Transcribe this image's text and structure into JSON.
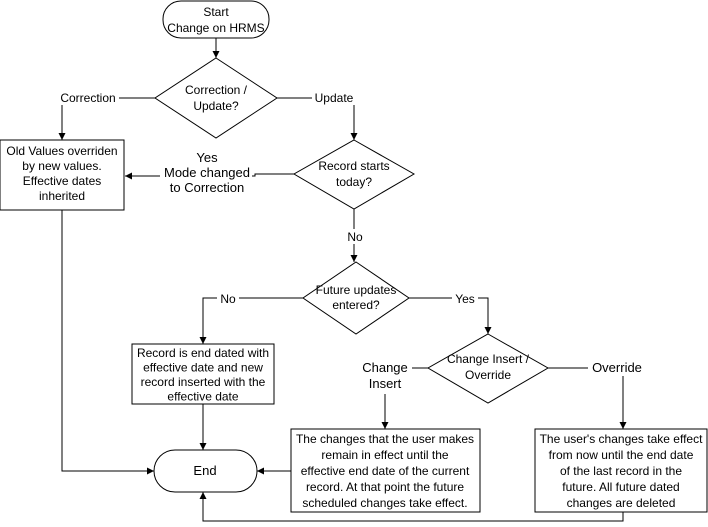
{
  "nodes": {
    "start": {
      "lines": [
        "Start",
        "Change on HRMS"
      ]
    },
    "correction_update": {
      "lines": [
        "Correction /",
        "Update?"
      ]
    },
    "old_values": {
      "lines": [
        "Old Values overriden",
        "by new values.",
        "Effective dates",
        "inherited"
      ]
    },
    "record_today": {
      "lines": [
        "Record starts",
        "today?"
      ]
    },
    "future_updates": {
      "lines": [
        "Future updates",
        "entered?"
      ]
    },
    "end_dated": {
      "lines": [
        "Record is end dated with",
        "effective date and new",
        "record inserted with the",
        "effective date"
      ]
    },
    "insert_override": {
      "lines": [
        "Change Insert /",
        "Override"
      ]
    },
    "insert_result": {
      "lines": [
        "The changes that the user makes",
        "remain in effect until the",
        "effective end date of the current",
        "record. At that point the future",
        "scheduled changes take effect."
      ]
    },
    "override_result": {
      "lines": [
        "The user's changes take effect",
        "from now until the end date",
        "of the last record in the",
        "future. All future dated",
        "changes are deleted"
      ]
    },
    "end": {
      "lines": [
        "End"
      ]
    }
  },
  "edge_labels": {
    "correction": {
      "lines": [
        "Correction"
      ]
    },
    "update": {
      "lines": [
        "Update"
      ]
    },
    "yes_mode": {
      "lines": [
        "Yes",
        "Mode changed",
        "to Correction"
      ]
    },
    "no_today": {
      "lines": [
        "No"
      ]
    },
    "no_future": {
      "lines": [
        "No"
      ]
    },
    "yes_future": {
      "lines": [
        "Yes"
      ]
    },
    "change_insert": {
      "lines": [
        "Change",
        "Insert"
      ]
    },
    "override": {
      "lines": [
        "Override"
      ]
    }
  }
}
